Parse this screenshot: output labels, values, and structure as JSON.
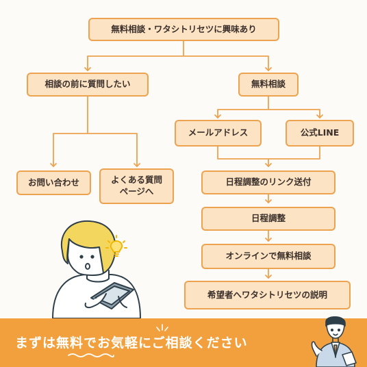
{
  "flowchart": {
    "root": "無料相談・ワタシトリセツに興味あり",
    "left_branch": "相談の前に質問したい",
    "right_branch": "無料相談",
    "left_options": [
      "お問い合わせ",
      "よくある質問\nページへ"
    ],
    "right_options": [
      "メールアドレス",
      "公式LINE"
    ],
    "steps": [
      "日程調整のリンク送付",
      "日程調整",
      "オンラインで無料相談",
      "希望者へワタシトリセツの説明"
    ]
  },
  "banner": {
    "cta_text": "まずは無料でお気軽にご相談ください"
  },
  "colors": {
    "node_fill": "#fbe3c4",
    "node_border": "#eda24f",
    "connector": "#eda24f",
    "banner": "#f2a03d"
  }
}
